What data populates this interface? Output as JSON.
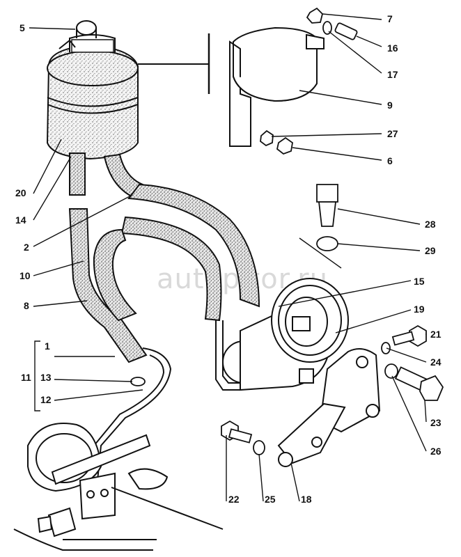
{
  "watermark": "autopitor.ru",
  "callouts": {
    "c1": "1",
    "c2": "2",
    "c5": "5",
    "c6": "6",
    "c7": "7",
    "c8": "8",
    "c9": "9",
    "c10": "10",
    "c11": "11",
    "c12": "12",
    "c13": "13",
    "c14": "14",
    "c15": "15",
    "c16": "16",
    "c17": "17",
    "c18": "18",
    "c19": "19",
    "c20": "20",
    "c21": "21",
    "c22": "22",
    "c23": "23",
    "c24": "24",
    "c25": "25",
    "c26": "26",
    "c27": "27",
    "c28": "28",
    "c29": "29"
  }
}
